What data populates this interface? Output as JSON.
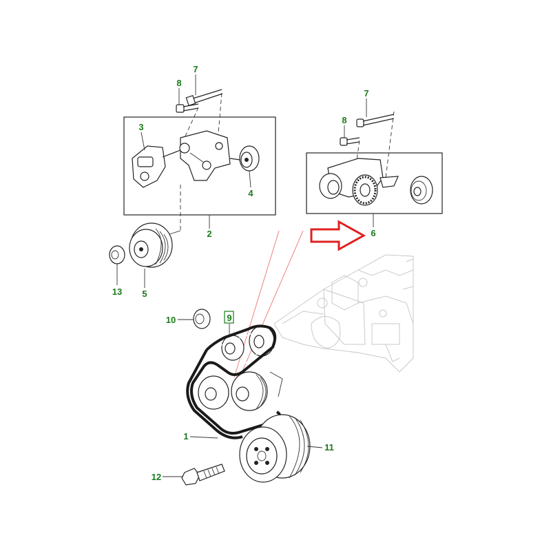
{
  "colors": {
    "label": "#1a7a1a",
    "arrow": "#e02020",
    "red_line": "#f08080",
    "outline": "#222222",
    "ghost": "#c9c9c9"
  },
  "labels": {
    "p1": "1",
    "p2": "2",
    "p3": "3",
    "p4": "4",
    "p5": "5",
    "p6": "6",
    "p7_left": "7",
    "p7_right": "7",
    "p8_left": "8",
    "p8_right": "8",
    "p9": "9",
    "p10": "10",
    "p11": "11",
    "p12": "12",
    "p13": "13"
  },
  "icons": {
    "arrow": "red-outline-arrow-icon"
  }
}
